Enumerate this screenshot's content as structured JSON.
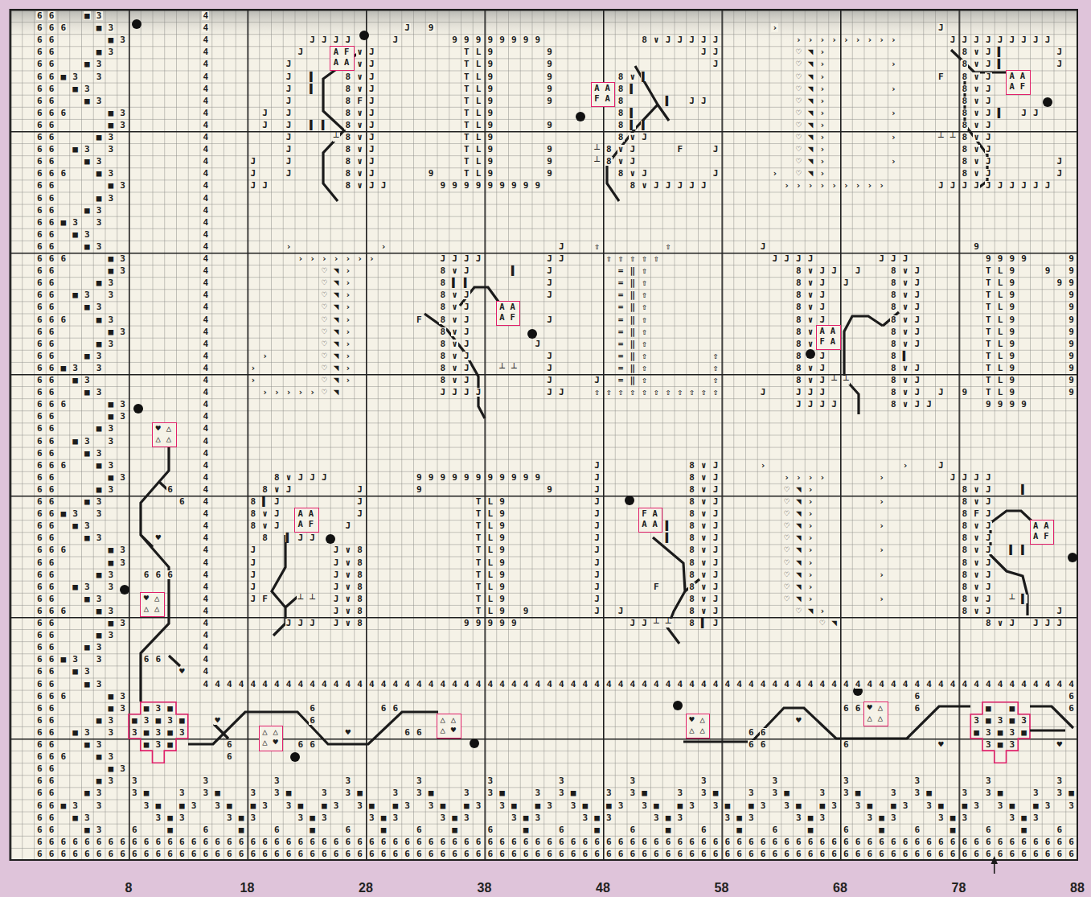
{
  "diagram": {
    "nodes": [
      {
        "text": [
          "AF AA"
        ]
      },
      {
        "text": [
          "AA AF"
        ]
      },
      {
        "text": [
          "AA FA"
        ]
      },
      {
        "text": [
          "AA AF"
        ]
      },
      {
        "text": [
          "AA FA"
        ]
      },
      {
        "text": [
          "♥△ △△"
        ]
      },
      {
        "text": [
          "AA AF"
        ]
      },
      {
        "text": [
          "FA AA"
        ]
      },
      {
        "text": [
          "AA AF"
        ]
      },
      {
        "text": [
          "♥△ △△"
        ]
      },
      {
        "text": [
          "♥△ △△"
        ]
      },
      {
        "text": [
          "△△ △♥"
        ]
      },
      {
        "text": [
          "♥△ △△"
        ]
      },
      {
        "text": [
          "△△ △♥"
        ]
      }
    ],
    "labels": [
      "66  ■3        4",
      "666  ■3       4",
      "66    ■3      4",
      "66   ■3       4",
      "66  ■3        4",
      "66■3 3        4",
      "66 ■3         4",
      "66  ■3        4",
      "666   ■3      4",
      "66    ■3      4",
      "66   ■3       4",
      "66 ■3 3       4",
      "66  ■3        4",
      "666  ■3       4",
      "66    ■3      4",
      "66   ■3       4",
      "66  ■3        4",
      "66■3 3        4",
      "66 ■3         4",
      "66  ■3        4",
      "666   ■3      4",
      "66    ■3      4",
      "66   ■3       4",
      "66 ■3 3       4",
      "66  ■3        4",
      "666  ■3       4",
      "66    ■3      4",
      "66   ■3       4",
      "66  ■3        4",
      "66■3 3        4",
      "66 ■3         4",
      "66  ■3        4",
      "666   ■3      4",
      "66    ■3      4",
      "66   ■3",
      "4",
      "66 ■3 3",
      "4",
      "66  ■3        4",
      "666  ■3       4",
      "66    ■3      4",
      "66   ■3    6  4",
      "66  ■3      6 4",
      "66■3 3        4",
      "66 ■3         4",
      "66  ■3    ♥   4",
      "666   ■3      4",
      "66    ■3      4",
      "66   ■3  666  4",
      "66 ■3 3       4",
      "66  ■3",
      "4",
      "666  ■3",
      "4",
      "66    ■3      4",
      "66   ■3       4",
      "66  ■3        4",
      "66■3 3   66   4",
      "66 ■3       ♥ 4",
      "66  ■3        44444444444444444444444444444444444444444444444444444444444444444444444444",
      "666   ■3",
      "66    ■3",
      "66   ■3",
      "66 ■3 3",
      "66  ■3",
      "666  ■3",
      "66    ■3",
      "66   ■3 3     3     3     3     3     3     3     3     3     3     3     3     3     3",
      "66  ■3  3■  3 3■  3 3■  3 3■  3 3■  3 3■  3 3■  3 3■  3 3■  3 3■  3 3■  3 3■  3 3■  3 3■",
      "66■3 3   3■ ■3 3■ ■3 3■ ■3 3■ ■3 3■ ■3 3■ ■3 3■ ■3 3■ ■3 3■ ■3 3■ ■3 3■ ■3 3■ ■3 3■ ■3 3",
      "66 ■3     3■3   3■3   3■3   3■3   3■3   3■3   3■3   3■3   3■3   3■3   3■3   3■3   3■3",
      "66  ■3  6  ■  6  ■  6  ■  6  ■  6  ■  6  ■  6  ■  6  ■  6  ■  6  ■  6  ■  6  ■  6  ■  6",
      "6666666666666666666666666666666666666666666666666666666666666666666666666666666666666666",
      "6666666666666666666666666666666666666666666666666666666666666666666666666666666666666666",
      "J",
      "9",
      "JJJJ",
      "J",
      "J",
      "∨J",
      "J",
      "∨J",
      "J",
      "▌",
      "8∨J",
      "J",
      "▌",
      "8∨J",
      "J",
      "8FJ",
      "J",
      "J",
      "8∨J",
      "J",
      "J ▌▌",
      "8∨J",
      "J",
      "┴8∨J",
      "J",
      "8∨J",
      "J",
      "J",
      "8∨J",
      "J",
      "J",
      "8∨J",
      "JJ",
      "8∨JJ",
      "99999999",
      "TL9",
      "TL9",
      "TL9",
      "TL9",
      "TL9",
      "TL9",
      "TL9",
      "TL9",
      "TL9",
      "TL9",
      "TL9",
      "9",
      "9",
      "9",
      "9",
      "9",
      "9",
      "9",
      "9",
      "9",
      "9",
      "999999999",
      "8∨JJJJJ",
      "JJ",
      "J",
      "8∨▌",
      "8▌",
      "8",
      "▌ JJ",
      "8▌",
      "8▌▌",
      "8∨J",
      "┴8∨J",
      "F",
      "J",
      "┴8∨J",
      "8∨J",
      "J",
      "8∨JJJJJ",
      "›",
      "›››››››››",
      "♡◥›",
      "♡◥›",
      "♡◥›",
      "♡◥›",
      "♡◥›",
      "♡◥›",
      "♡◥›",
      "♡◥›",
      "♡◥›",
      "♡◥›",
      "♡◥›",
      "›",
      "›",
      "›",
      "›",
      "›",
      "›",
      "›››››››››",
      "J",
      "JJJJJJJJJ",
      "8∨J",
      "8∨J",
      "8∨J",
      "8∨J",
      "8∨J",
      "8∨J",
      "8∨J",
      "8∨J",
      "8∨J",
      "8∨J",
      "8∨J",
      "F",
      "▌",
      "▌",
      "▌",
      "JJ",
      "┴┴",
      "J",
      "J",
      "J",
      "J",
      "JJJJJJJJJJ",
      "›",
      "›",
      "J",
      "⇧",
      "⇧",
      "J",
      "9",
      "›››››››",
      "♡◥›",
      "♡◥›",
      "♡◥›",
      "♡◥›",
      "♡◥›",
      "♡◥›",
      "♡◥›",
      "♡◥›",
      "♡◥›",
      "♡◥›",
      "›",
      "›",
      "›",
      "›››››♡◥",
      "JJJJ",
      "JJ",
      "8∨J",
      "▌",
      "J",
      "8▌▌",
      "J",
      "8∨J",
      "J",
      "8∨J",
      "F",
      "8∨J",
      "J",
      "8∨J",
      "8∨J",
      "J",
      "8∨J",
      "J",
      "8∨J",
      "┴┴",
      "J",
      "8∨J",
      "J",
      "JJJJ",
      "JJ",
      "⇧⇧⇧⇧⇧",
      "=‖⇧",
      "=‖⇧",
      "=‖⇧",
      "=‖⇧",
      "=‖⇧",
      "=‖⇧",
      "=‖⇧",
      "=‖⇧",
      "=‖⇧",
      "=‖⇧",
      "⇧",
      "⇧",
      "⇧",
      "J",
      "⇧⇧⇧⇧⇧⇧⇧⇧⇧⇧⇧",
      "JJJJ",
      "JJJ",
      "8∨JJ",
      "J",
      "8∨J",
      "8∨J",
      "J",
      "8∨J",
      "8∨J",
      "8∨J",
      "8∨J",
      "8∨J",
      "8∨J",
      "8∨J",
      "8∨",
      "8∨J",
      "8∨",
      "8∨J",
      "8",
      "J",
      "8▌",
      "8∨J",
      "8∨J",
      "8∨J",
      "┴┴",
      "8∨J",
      "J",
      "JJJ",
      "8∨J",
      "J",
      "JJJJ",
      "8∨JJ",
      "9999",
      "9",
      "TL9",
      "TL9",
      "TL9",
      "TL9",
      "TL9",
      "TL9",
      "TL9",
      "TL9",
      "TL9",
      "TL9",
      "TL9",
      "9",
      "9",
      "9",
      "9",
      "9",
      "9",
      "9",
      "9",
      "9",
      "9",
      "9",
      "9",
      "9",
      "9",
      "9999",
      "8∨JJJ",
      "8∨J",
      "J",
      "8▌J",
      "J",
      "8∨J",
      "J",
      "8∨J",
      "J",
      "8",
      "▌JJ",
      "J∨8",
      "J∨8",
      "J∨8",
      "J∨8",
      "J∨8",
      "J∨8",
      "J∨8",
      "J",
      "J",
      "J",
      "J",
      "JF",
      "┴┴",
      "JJJ",
      "99999999999",
      "9",
      "9",
      "TL9",
      "TL9",
      "TL9",
      "TL9",
      "TL9",
      "TL9",
      "TL9",
      "TL9",
      "TL9",
      "TL9 9",
      "99999",
      "J",
      "J",
      "J",
      "J",
      "J",
      "J",
      "J",
      "J",
      "J",
      "J",
      "J",
      "J",
      "J",
      "8∨J",
      "8∨J",
      "8∨J",
      "8∨J",
      "8∨J",
      "8∨J",
      "8∨J",
      "8∨J",
      "8∨J",
      "8∨J",
      "8∨J",
      "8∨J",
      "8∨J",
      "JJ┴┴",
      "8▌J",
      "F",
      "J",
      "▌",
      "▌",
      "›",
      "››››",
      "♡◥›",
      "♡◥›",
      "♡◥›",
      "♡◥›",
      "♡◥›",
      "♡◥›",
      "♡◥›",
      "♡◥›",
      "♡◥›",
      "♡◥›",
      "♡◥›",
      "♡◥",
      "›",
      "›",
      "›",
      "›",
      "›",
      "›",
      "›",
      "J",
      "JJJJ",
      "8∨J",
      "8∨J",
      "8∨J",
      "8∨J",
      "8∨J",
      "8∨J",
      "8∨J",
      "8∨J",
      "8∨J",
      "8∨J",
      "8FJ",
      "▌",
      "▌▌",
      "┴▌",
      "J",
      "8∨J JJJ",
      "6",
      "6",
      "■3■",
      "■3■3■",
      "3■3■3",
      "■3■",
      "■ ■",
      "3■3■3",
      "■3■3■",
      "3■3",
      "6",
      "66",
      "66",
      "6",
      "6",
      "♥",
      "6",
      "♥",
      "♥",
      "66",
      "66",
      "6",
      "66",
      "66",
      "6",
      "♥",
      "♥",
      "6",
      "8",
      "18",
      "28",
      "38",
      "48",
      "58",
      "68",
      "78",
      "88"
    ]
  }
}
